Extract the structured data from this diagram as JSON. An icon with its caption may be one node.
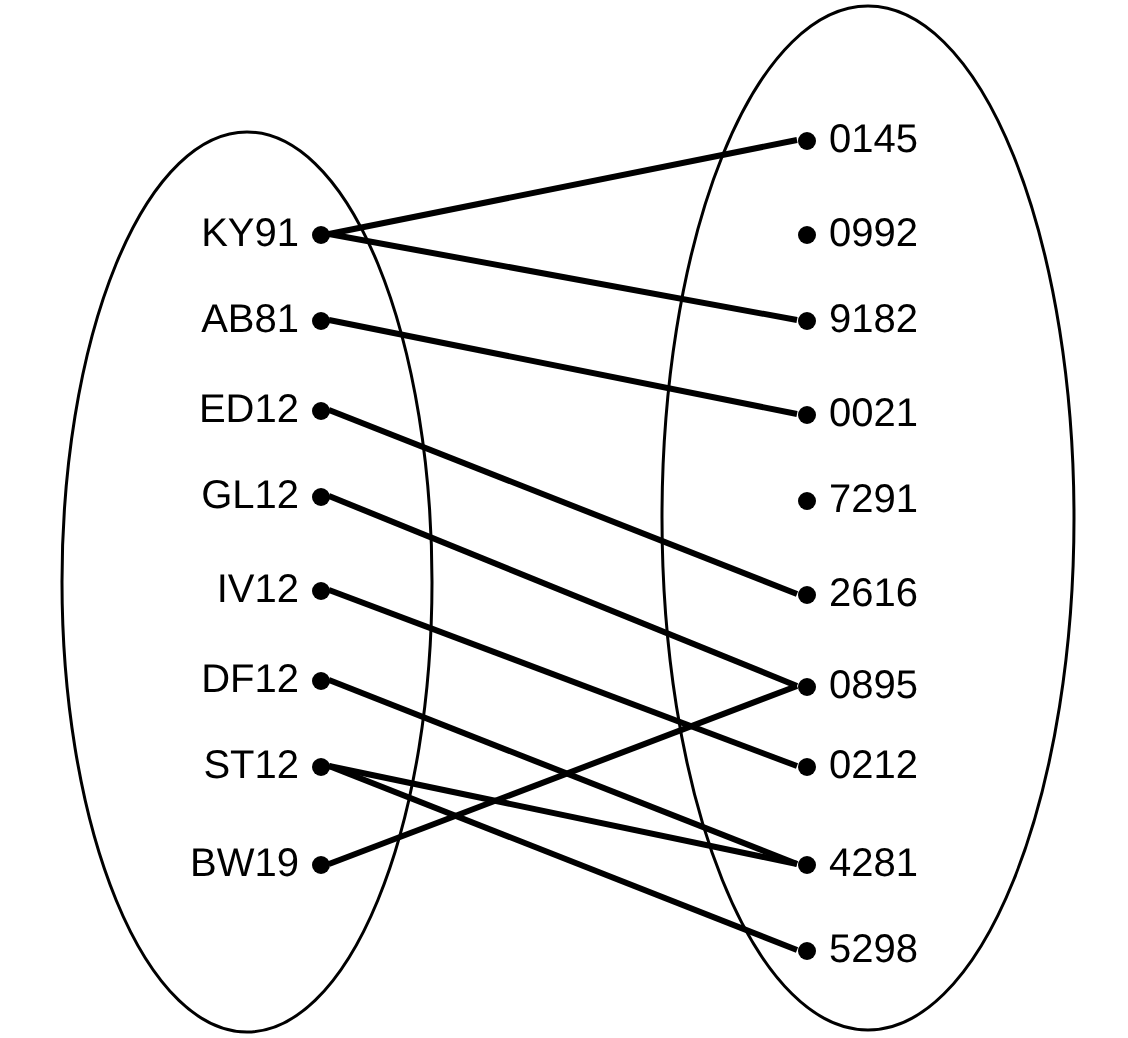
{
  "diagram": {
    "nodes": [
      {
        "text": [],
        "shape": "ellipse"
      },
      {
        "text": [
          "KY91"
        ],
        "in": 0
      },
      {
        "text": [
          "AB81"
        ],
        "in": 0
      },
      {
        "text": [
          "ED12"
        ],
        "in": 0
      },
      {
        "text": [
          "GL12"
        ],
        "in": 0
      },
      {
        "text": [
          "IV12"
        ],
        "in": 0
      },
      {
        "text": [
          "DF12"
        ],
        "in": 0
      },
      {
        "text": [
          "ST12"
        ],
        "in": 0
      },
      {
        "text": [
          "BW19"
        ],
        "in": 0
      },
      {
        "text": [],
        "shape": "ellipse"
      },
      {
        "text": [
          "0145"
        ],
        "in": 9
      },
      {
        "text": [
          "0992"
        ],
        "in": 9
      },
      {
        "text": [
          "9182"
        ],
        "in": 9
      },
      {
        "text": [
          "0021"
        ],
        "in": 9
      },
      {
        "text": [
          "7291"
        ],
        "in": 9
      },
      {
        "text": [
          "2616"
        ],
        "in": 9
      },
      {
        "text": [
          "0895"
        ],
        "in": 9
      },
      {
        "text": [
          "0212"
        ],
        "in": 9
      },
      {
        "text": [
          "4281"
        ],
        "in": 9
      },
      {
        "text": [
          "5298"
        ],
        "in": 9
      }
    ],
    "edges": [
      {
        "from": 1,
        "to": 10,
        "arrow": "none"
      },
      {
        "from": 1,
        "to": 12,
        "arrow": "none"
      },
      {
        "from": 2,
        "to": 13,
        "arrow": "none"
      },
      {
        "from": 3,
        "to": 15,
        "arrow": "none"
      },
      {
        "from": 4,
        "to": 16,
        "arrow": "none"
      },
      {
        "from": 5,
        "to": 17,
        "arrow": "none"
      },
      {
        "from": 6,
        "to": 18,
        "arrow": "none"
      },
      {
        "from": 7,
        "to": 18,
        "arrow": "none"
      },
      {
        "from": 7,
        "to": 19,
        "arrow": "none"
      },
      {
        "from": 8,
        "to": 16,
        "arrow": "none"
      }
    ]
  }
}
